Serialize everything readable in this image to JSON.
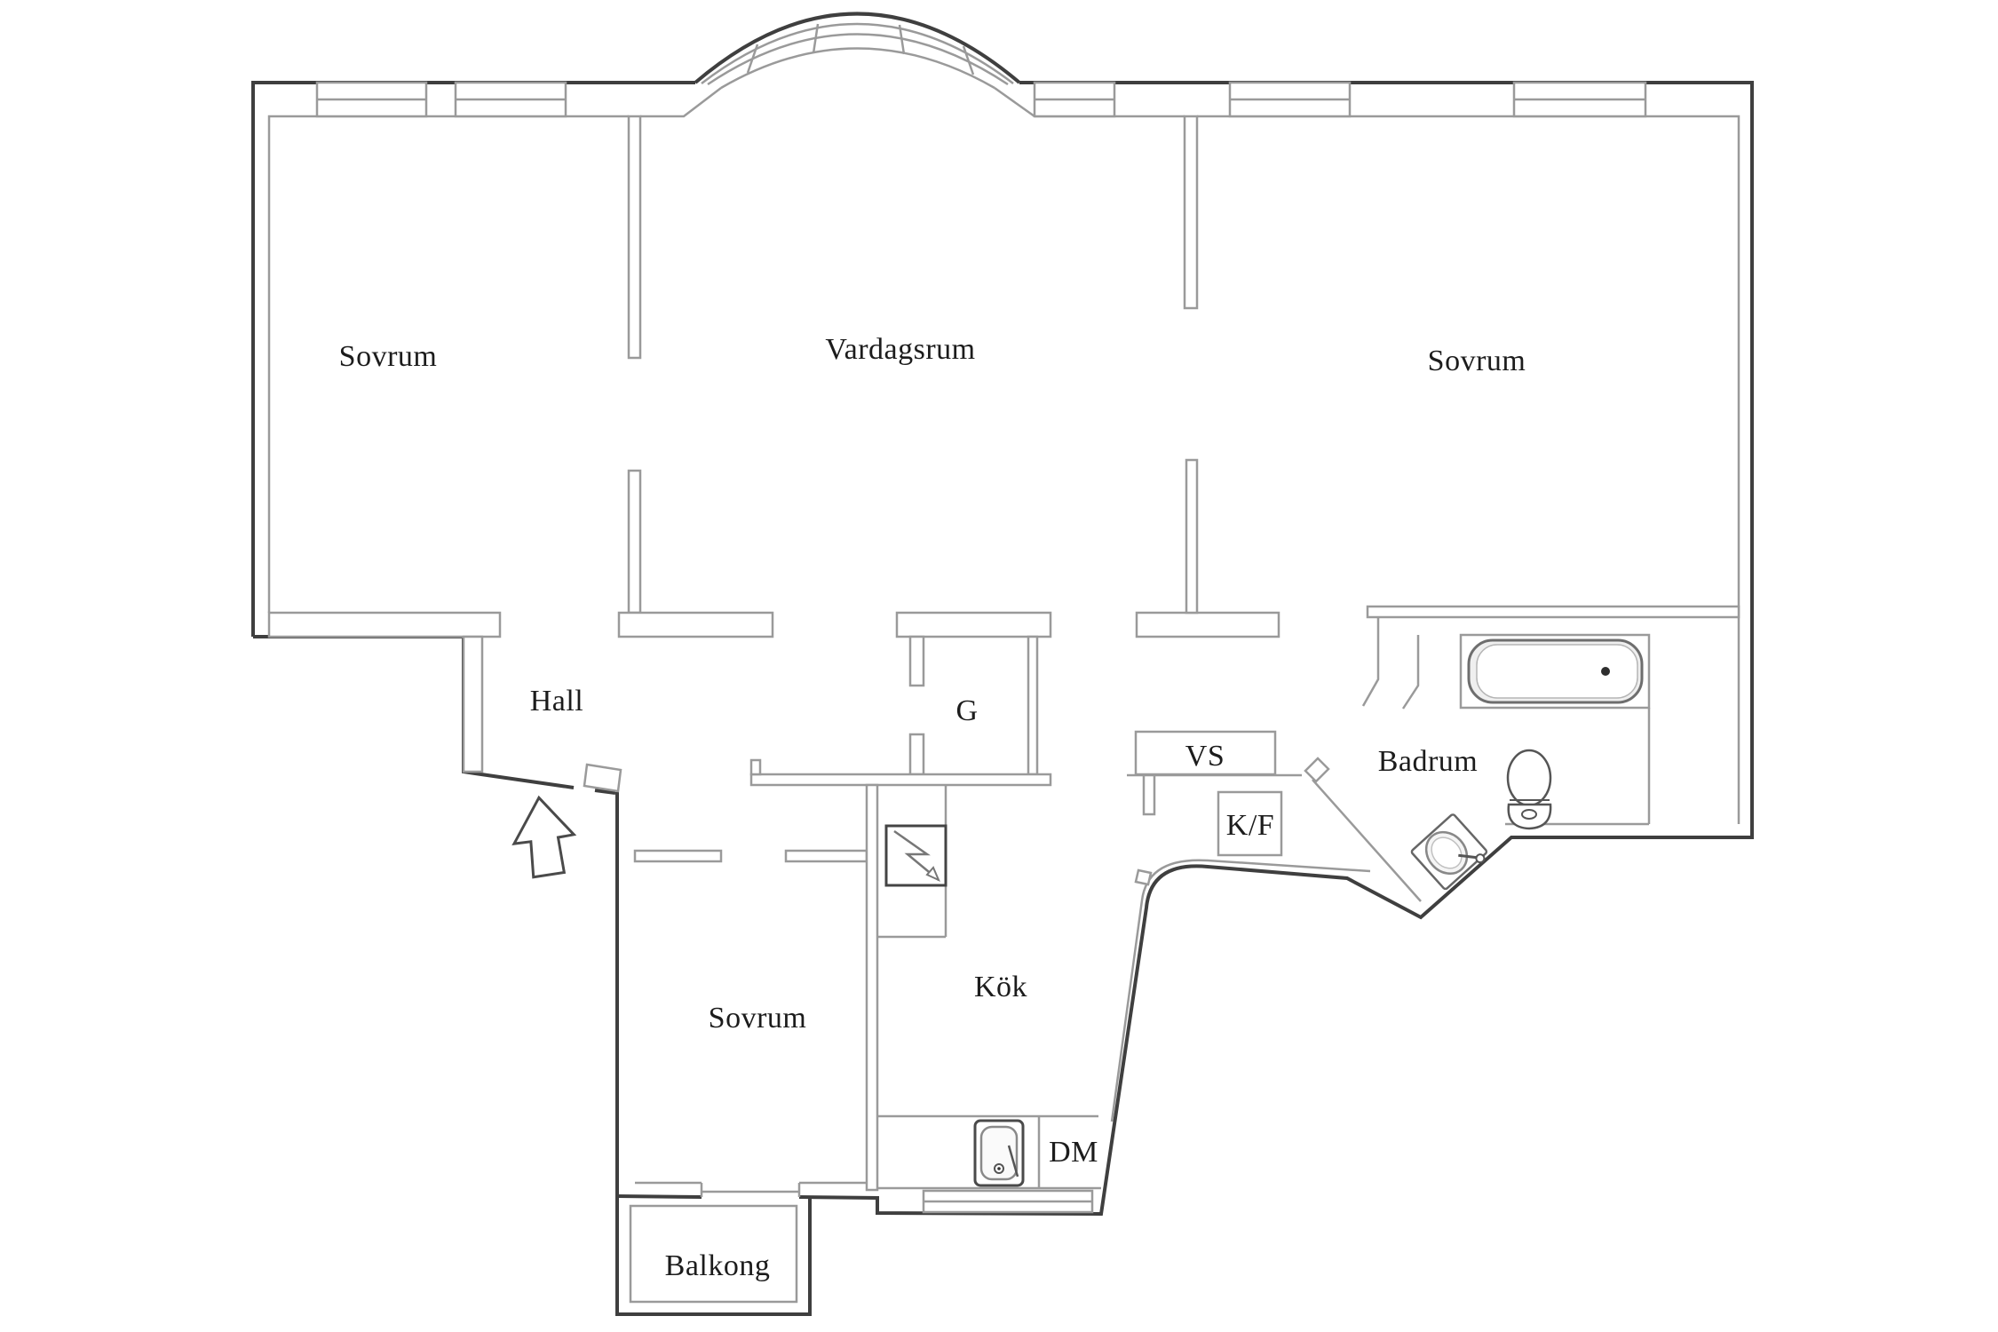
{
  "title": "apartment-floor-plan",
  "colors": {
    "background": "#ffffff",
    "wall_dark": "#3f3f3f",
    "wall_light": "#9a9a9a",
    "text": "#1c1c1c"
  },
  "rooms": {
    "sovrum_left": {
      "label": "Sovrum"
    },
    "vardagsrum": {
      "label": "Vardagsrum"
    },
    "sovrum_right": {
      "label": "Sovrum"
    },
    "hall": {
      "label": "Hall"
    },
    "garderob": {
      "label": "G"
    },
    "vs": {
      "label": "VS"
    },
    "kf": {
      "label": "K/F"
    },
    "badrum": {
      "label": "Badrum"
    },
    "kok": {
      "label": "Kök"
    },
    "sovrum_bottom": {
      "label": "Sovrum"
    },
    "dm": {
      "label": "DM"
    },
    "balkong": {
      "label": "Balkong"
    }
  },
  "fixtures": [
    "bay-window-arch",
    "bathtub",
    "toilet",
    "corner-sink",
    "kitchen-sink",
    "dishwasher-area",
    "electrical-box",
    "entry-arrow",
    "windows",
    "balcony-railing"
  ]
}
